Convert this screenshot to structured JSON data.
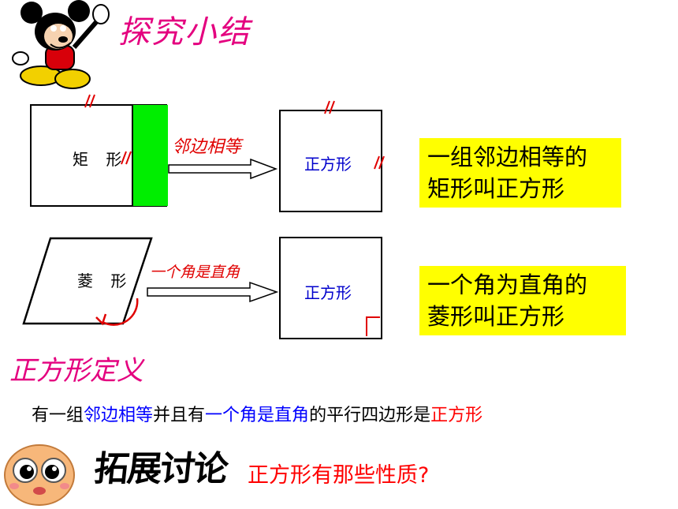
{
  "title": "探究小结",
  "rectangle": {
    "label": "矩 形"
  },
  "rhombus": {
    "label": "菱 形"
  },
  "arrow_top": {
    "label": "邻边相等"
  },
  "arrow_bottom": {
    "label": "一个角是直角"
  },
  "square_top": {
    "label": "正方形"
  },
  "square_bottom": {
    "label": "正方形"
  },
  "conclusion_top": {
    "line1": "一组邻边相等的",
    "line2": "矩形叫正方形"
  },
  "conclusion_bottom": {
    "line1": "一个角为直角的",
    "line2": "菱形叫正方形"
  },
  "definition": {
    "title": "正方形定义",
    "part1": "有一组",
    "part2": "邻边相等",
    "part3": "并且有",
    "part4": "一个角是直角",
    "part5": "的平行四边形是",
    "part6": "正方形"
  },
  "extension": {
    "title": "拓展讨论",
    "question": "正方形有那些性质?"
  },
  "colors": {
    "title": "#e4007f",
    "highlight_green": "#00ee00",
    "yellow": "#ffff00",
    "blue_text": "#0000ff",
    "red_text": "#ff0000"
  },
  "icons": {
    "mascot": "mickey-mouse-icon",
    "emoji": "cute-face-icon"
  }
}
